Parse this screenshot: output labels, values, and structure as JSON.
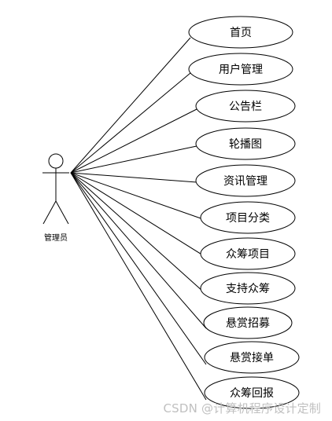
{
  "actor": {
    "label": "管理员"
  },
  "use_cases": [
    {
      "label": "首页"
    },
    {
      "label": "用户管理"
    },
    {
      "label": "公告栏"
    },
    {
      "label": "轮播图"
    },
    {
      "label": "资讯管理"
    },
    {
      "label": "项目分类"
    },
    {
      "label": "众筹项目"
    },
    {
      "label": "支持众筹"
    },
    {
      "label": "悬赏招募"
    },
    {
      "label": "悬赏接单"
    },
    {
      "label": "众筹回报"
    }
  ],
  "watermark": {
    "text": "CSDN @计算机程序设计定制"
  },
  "colors": {
    "stroke": "#000000",
    "watermark": "#c0c0c0"
  }
}
